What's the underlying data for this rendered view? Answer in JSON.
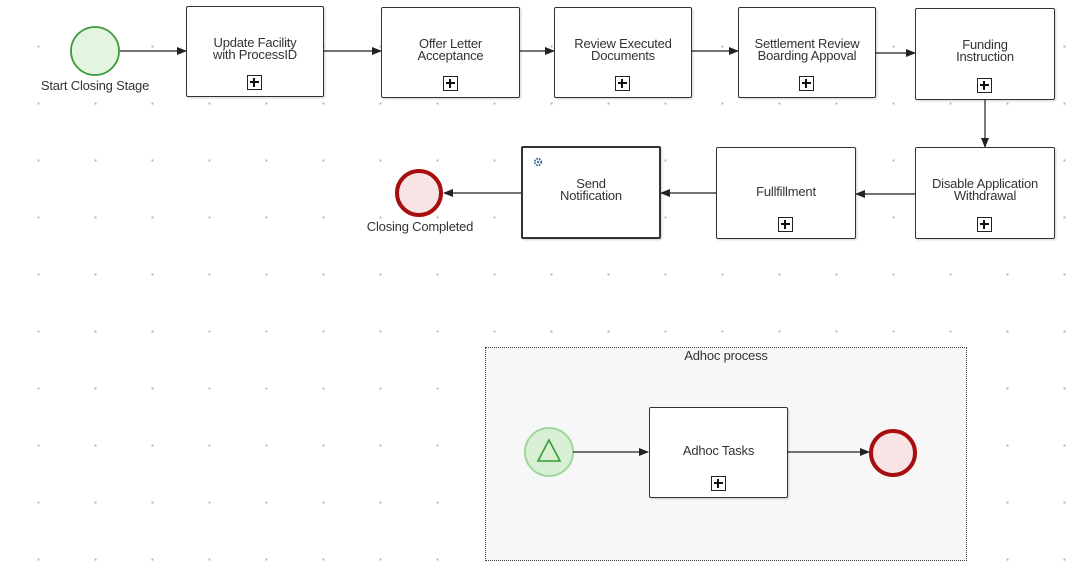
{
  "diagram": {
    "start_event": {
      "label": "Start Closing Stage"
    },
    "end_event": {
      "label": "Closing Completed"
    },
    "tasks": {
      "update_facility": {
        "label": "Update Facility\nwith ProcessID"
      },
      "offer_letter": {
        "label": "Offer Letter\nAcceptance"
      },
      "review_documents": {
        "label": "Review Executed\nDocuments"
      },
      "settlement_review": {
        "label": "Settlement Review\nBoarding Appoval"
      },
      "funding_instruction": {
        "label": "Funding\nInstruction"
      },
      "disable_withdrawal": {
        "label": "Disable Application\nWithdrawal"
      },
      "fulfillment": {
        "label": "Fullfillment"
      },
      "send_notification": {
        "label": "Send\nNotification"
      }
    },
    "adhoc": {
      "title": "Adhoc process",
      "task": {
        "label": "Adhoc Tasks"
      }
    }
  },
  "colors": {
    "start_stroke": "#3a9a3a",
    "start_fill": "#e3f5e1",
    "end_stroke": "#a60e10",
    "end_fill": "#f8e4e4",
    "flow": "#222222",
    "task_border": "#333333"
  },
  "icons": {
    "expand_marker": "plus-icon",
    "service_task": "gear-icon",
    "signal_start": "triangle-icon"
  }
}
